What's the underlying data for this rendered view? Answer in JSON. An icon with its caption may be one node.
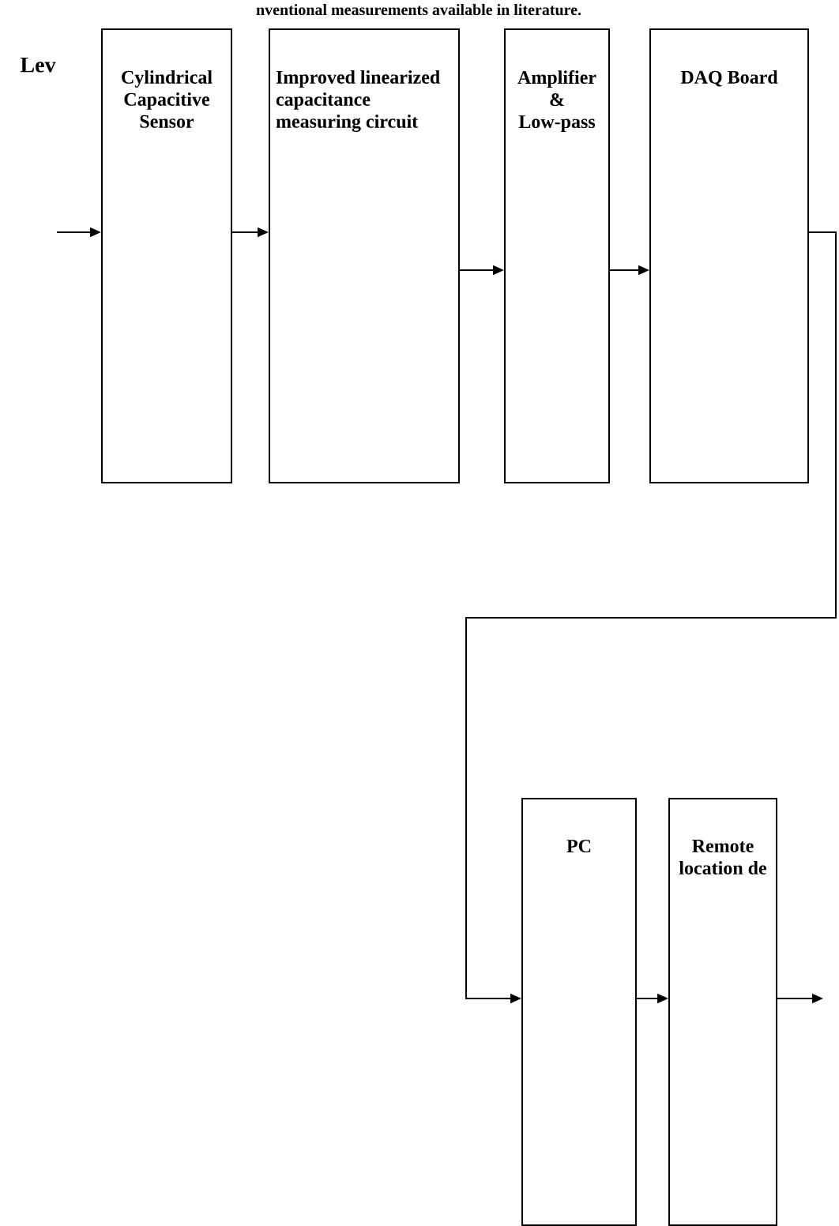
{
  "diagram": {
    "nodes": [
      {
        "text": [
          "Cylindrical Capacitive Sensor"
        ]
      },
      {
        "text": [
          "Improved linearized capacitance measuring circuit"
        ]
      },
      {
        "text": [
          "Amplifier & Low-pass"
        ]
      },
      {
        "text": [
          "DAQ Board"
        ]
      },
      {
        "text": [
          "PC"
        ]
      },
      {
        "text": [
          "Remote location de"
        ]
      }
    ],
    "edges": [
      {
        "from": null,
        "to": 0,
        "arrow": "to"
      },
      {
        "from": 0,
        "to": 1,
        "arrow": "to"
      },
      {
        "from": 1,
        "to": 2,
        "arrow": "to"
      },
      {
        "from": 2,
        "to": 3,
        "arrow": "to"
      },
      {
        "from": 3,
        "to": 4,
        "arrow": "to"
      },
      {
        "from": 4,
        "to": 5,
        "arrow": "to"
      },
      {
        "from": 5,
        "to": null,
        "arrow": "to"
      }
    ],
    "labels": [
      "nventional measurements available in literature.",
      "Lev"
    ]
  }
}
